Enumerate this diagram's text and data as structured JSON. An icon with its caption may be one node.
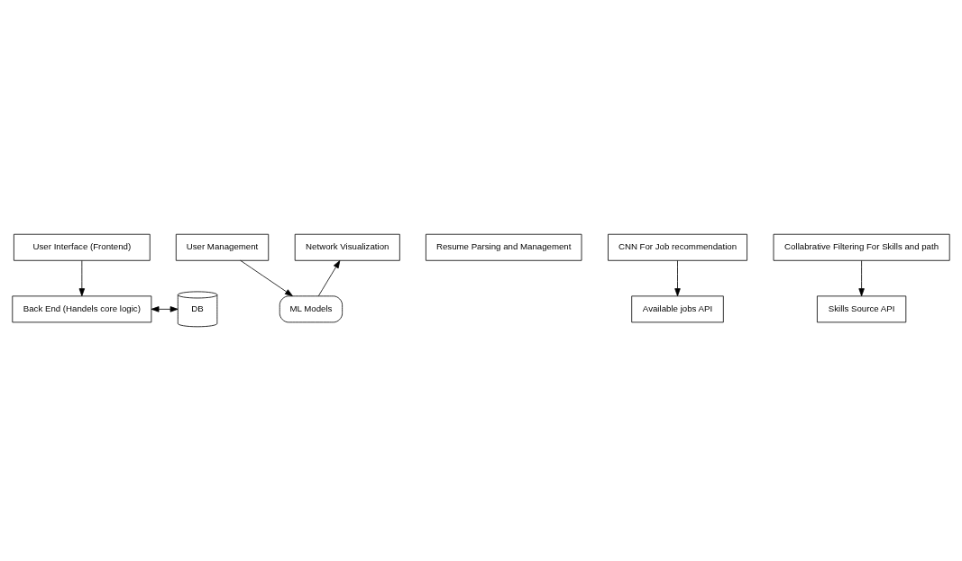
{
  "diagram": {
    "nodes": [
      {
        "text": [
          "User Interface (Frontend)"
        ]
      },
      {
        "text": [
          "Back End (Handels core logic)"
        ]
      },
      {
        "text": [
          "User Management"
        ]
      },
      {
        "text": [
          "Resume Parsing and Management"
        ]
      },
      {
        "text": [
          "Network Visualization"
        ]
      },
      {
        "text": [
          "DB"
        ]
      },
      {
        "text": [
          "Available jobs API"
        ]
      },
      {
        "text": [
          "ML Models"
        ]
      },
      {
        "text": [
          "Skills Source API"
        ]
      },
      {
        "text": [
          "CNN For Job recommendation"
        ]
      },
      {
        "text": [
          "Collabrative Filtering For Skills and path"
        ]
      }
    ],
    "edges": [
      {
        "from": 0,
        "to": 1,
        "arrow": "to"
      },
      {
        "from": 1,
        "to": 5,
        "arrow": "both"
      },
      {
        "from": 2,
        "to": 7,
        "arrow": "to"
      },
      {
        "from": 7,
        "to": 4,
        "arrow": "to"
      },
      {
        "from": 9,
        "to": 6,
        "arrow": "to"
      },
      {
        "from": 10,
        "to": 8,
        "arrow": "to"
      }
    ]
  }
}
